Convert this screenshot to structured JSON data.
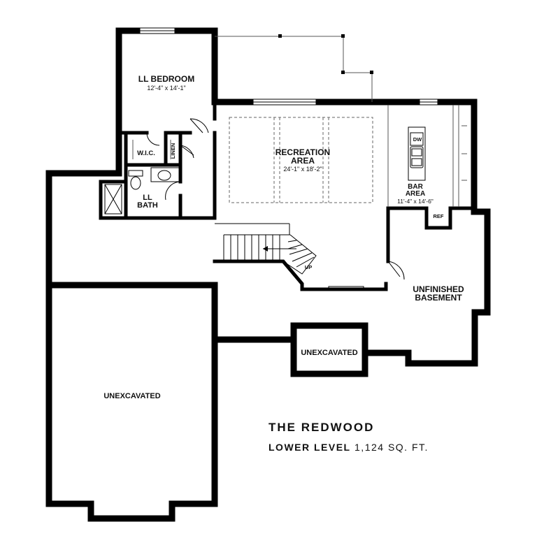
{
  "plan": {
    "name": "THE REDWOOD",
    "level": "LOWER LEVEL",
    "area": "1,124 SQ. FT."
  },
  "rooms": {
    "ll_bedroom": {
      "name": "LL BEDROOM",
      "dims": "12'-4\" x 14'-1\""
    },
    "wic": {
      "name": "W.I.C."
    },
    "linen": {
      "name": "LINEN"
    },
    "ll_bath": {
      "name_1": "LL",
      "name_2": "BATH"
    },
    "recreation": {
      "name_1": "RECREATION",
      "name_2": "AREA",
      "dims": "24'-1\" x 18'-2\""
    },
    "bar": {
      "name_1": "BAR",
      "name_2": "AREA",
      "dims": "11'-4\" x 14'-6\""
    },
    "unfinished": {
      "name_1": "UNFINISHED",
      "name_2": "BASEMENT"
    },
    "unexcavated_small": {
      "name": "UNEXCAVATED"
    },
    "unexcavated_large": {
      "name": "UNEXCAVATED"
    }
  },
  "fixtures": {
    "dishwasher": "DW",
    "refrigerator": "REF",
    "stairs": "UP"
  }
}
